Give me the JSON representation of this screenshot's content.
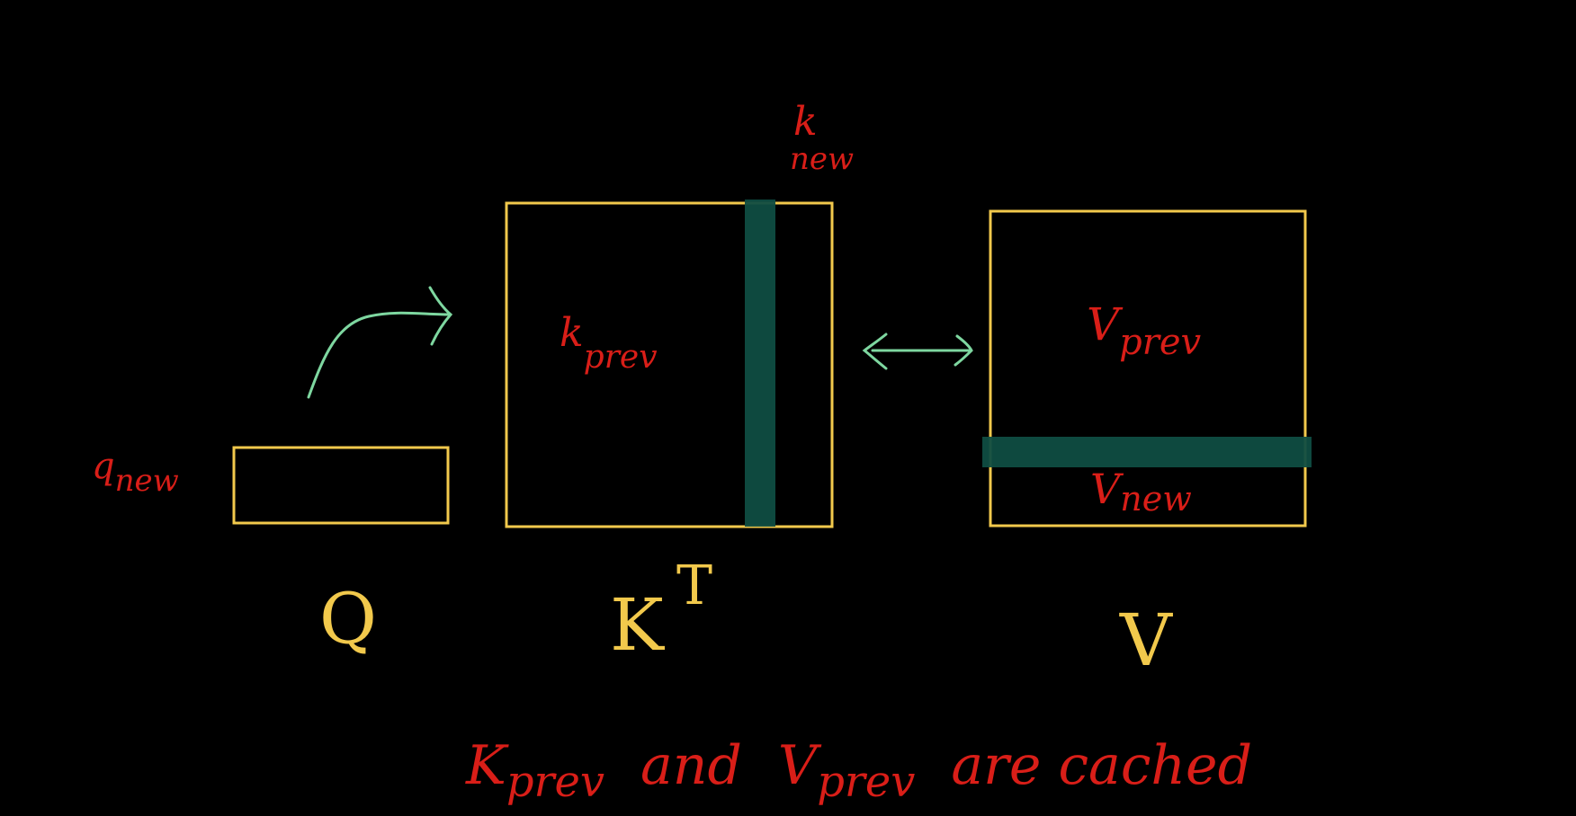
{
  "colors": {
    "background": "#000000",
    "box_stroke": "#f2c94c",
    "label_red": "#d91e18",
    "highlight": "#0f4d42",
    "arrow": "#7ed7a0"
  },
  "labels": {
    "q_new": {
      "main": "q",
      "sub": "new"
    },
    "k_new": {
      "main": "k",
      "sub": "new"
    },
    "k_prev": {
      "main": "k",
      "sub": "prev"
    },
    "v_prev": {
      "main": "V",
      "sub": "prev"
    },
    "v_new": {
      "main": "V",
      "sub": "new"
    }
  },
  "matrix_names": {
    "q": "Q",
    "k": "K",
    "k_sup": "T",
    "v": "V"
  },
  "caption": {
    "k_main": "K",
    "k_sub": "prev",
    "and": "and",
    "v_main": "V",
    "v_sub": "prev",
    "rest": "are cached"
  },
  "icons": [
    "curved-arrow-icon",
    "double-arrow-icon"
  ]
}
